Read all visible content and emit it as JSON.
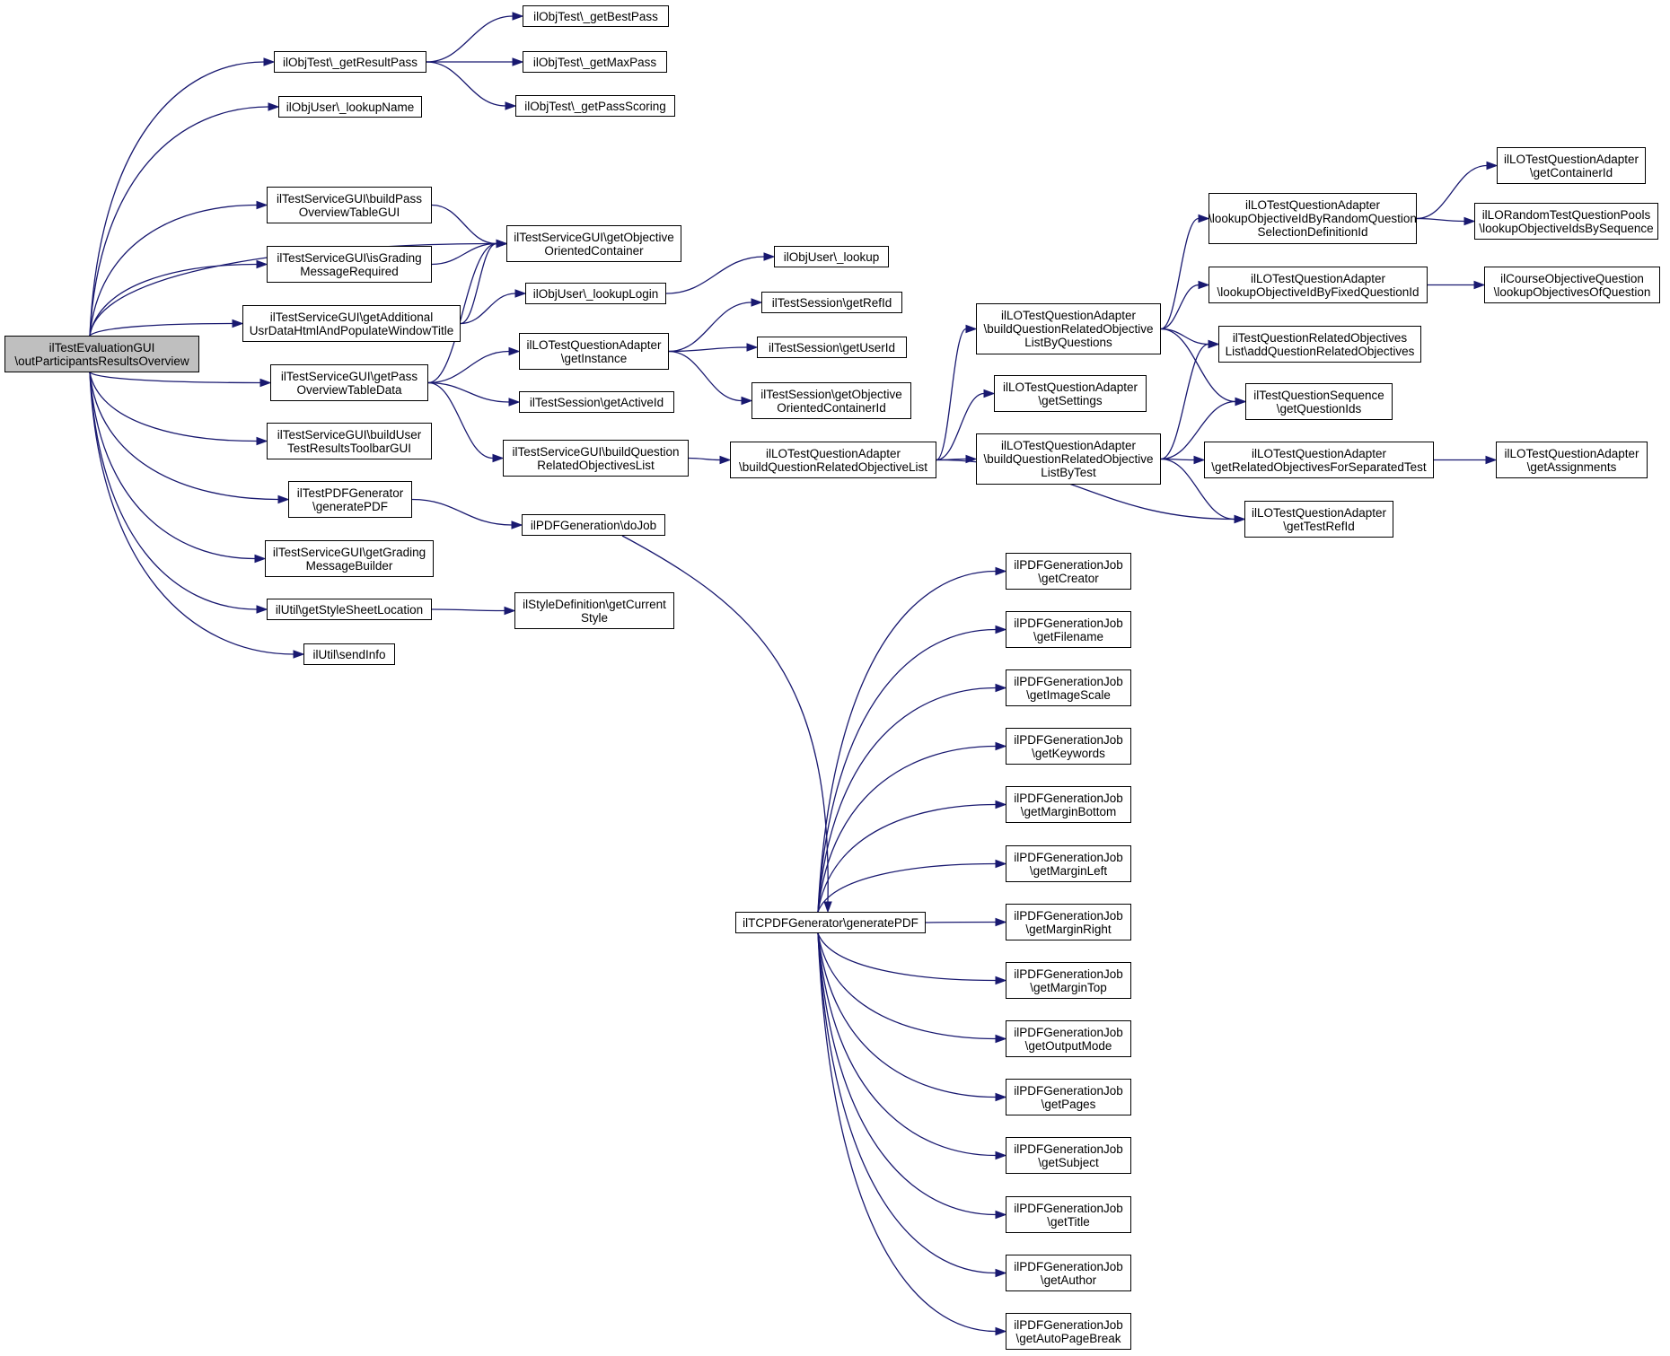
{
  "graph": {
    "nodes": [
      {
        "id": "root",
        "lines": [
          "ilTestEvaluationGUI",
          "\\outParticipantsResultsOverview"
        ],
        "root": true
      },
      {
        "id": "getResultPass",
        "lines": [
          "ilObjTest\\_getResultPass"
        ]
      },
      {
        "id": "getBestPass",
        "lines": [
          "ilObjTest\\_getBestPass"
        ]
      },
      {
        "id": "getMaxPass",
        "lines": [
          "ilObjTest\\_getMaxPass"
        ]
      },
      {
        "id": "getPassScoring",
        "lines": [
          "ilObjTest\\_getPassScoring"
        ]
      },
      {
        "id": "lookupName",
        "lines": [
          "ilObjUser\\_lookupName"
        ]
      },
      {
        "id": "buildPassOverviewTableGUI",
        "lines": [
          "ilTestServiceGUI\\buildPass",
          "OverviewTableGUI"
        ]
      },
      {
        "id": "getObjectiveOrientedContainer",
        "lines": [
          "ilTestServiceGUI\\getObjective",
          "OrientedContainer"
        ]
      },
      {
        "id": "isGradingMessageRequired",
        "lines": [
          "ilTestServiceGUI\\isGrading",
          "MessageRequired"
        ]
      },
      {
        "id": "getAdditionalUsrData",
        "lines": [
          "ilTestServiceGUI\\getAdditional",
          "UsrDataHtmlAndPopulateWindowTitle"
        ]
      },
      {
        "id": "lookupLogin",
        "lines": [
          "ilObjUser\\_lookupLogin"
        ]
      },
      {
        "id": "lookup",
        "lines": [
          "ilObjUser\\_lookup"
        ]
      },
      {
        "id": "getPassOverviewTableData",
        "lines": [
          "ilTestServiceGUI\\getPass",
          "OverviewTableData"
        ]
      },
      {
        "id": "getInstance",
        "lines": [
          "ilLOTestQuestionAdapter",
          "\\getInstance"
        ]
      },
      {
        "id": "getRefId",
        "lines": [
          "ilTestSession\\getRefId"
        ]
      },
      {
        "id": "getUserId",
        "lines": [
          "ilTestSession\\getUserId"
        ]
      },
      {
        "id": "getObjectiveOrientedContainerId",
        "lines": [
          "ilTestSession\\getObjective",
          "OrientedContainerId"
        ]
      },
      {
        "id": "getActiveId",
        "lines": [
          "ilTestSession\\getActiveId"
        ]
      },
      {
        "id": "buildUserTestResultsToolbarGUI",
        "lines": [
          "ilTestServiceGUI\\buildUser",
          "TestResultsToolbarGUI"
        ]
      },
      {
        "id": "buildQuestionRelatedObjectivesList",
        "lines": [
          "ilTestServiceGUI\\buildQuestion",
          "RelatedObjectivesList"
        ]
      },
      {
        "id": "buildQuestionRelatedObjectiveList",
        "lines": [
          "ilLOTestQuestionAdapter",
          "\\buildQuestionRelatedObjectiveList"
        ]
      },
      {
        "id": "listByQuestions",
        "lines": [
          "ilLOTestQuestionAdapter",
          "\\buildQuestionRelatedObjective",
          "ListByQuestions"
        ]
      },
      {
        "id": "getSettings",
        "lines": [
          "ilLOTestQuestionAdapter",
          "\\getSettings"
        ]
      },
      {
        "id": "listByTest",
        "lines": [
          "ilLOTestQuestionAdapter",
          "\\buildQuestionRelatedObjective",
          "ListByTest"
        ]
      },
      {
        "id": "lookupByRandom",
        "lines": [
          "ilLOTestQuestionAdapter",
          "\\lookupObjectiveIdByRandomQuestion",
          "SelectionDefinitionId"
        ]
      },
      {
        "id": "getContainerId",
        "lines": [
          "ilLOTestQuestionAdapter",
          "\\getContainerId"
        ]
      },
      {
        "id": "lookupObjectiveIdsBySequence",
        "lines": [
          "ilLORandomTestQuestionPools",
          "\\lookupObjectiveIdsBySequence"
        ]
      },
      {
        "id": "lookupByFixed",
        "lines": [
          "ilLOTestQuestionAdapter",
          "\\lookupObjectiveIdByFixedQuestionId"
        ]
      },
      {
        "id": "lookupObjectivesOfQuestion",
        "lines": [
          "ilCourseObjectiveQuestion",
          "\\lookupObjectivesOfQuestion"
        ]
      },
      {
        "id": "addQuestionRelatedObjectives",
        "lines": [
          "ilTestQuestionRelatedObjectives",
          "List\\addQuestionRelatedObjectives"
        ]
      },
      {
        "id": "getQuestionIds",
        "lines": [
          "ilTestQuestionSequence",
          "\\getQuestionIds"
        ]
      },
      {
        "id": "getRelatedObjectivesForSeparatedTest",
        "lines": [
          "ilLOTestQuestionAdapter",
          "\\getRelatedObjectivesForSeparatedTest"
        ]
      },
      {
        "id": "getAssignments",
        "lines": [
          "ilLOTestQuestionAdapter",
          "\\getAssignments"
        ]
      },
      {
        "id": "getTestRefId",
        "lines": [
          "ilLOTestQuestionAdapter",
          "\\getTestRefId"
        ]
      },
      {
        "id": "testPdfGenerate",
        "lines": [
          "ilTestPDFGenerator",
          "\\generatePDF"
        ]
      },
      {
        "id": "doJob",
        "lines": [
          "ilPDFGeneration\\doJob"
        ]
      },
      {
        "id": "getGradingMessageBuilder",
        "lines": [
          "ilTestServiceGUI\\getGrading",
          "MessageBuilder"
        ]
      },
      {
        "id": "getStyleSheetLocation",
        "lines": [
          "ilUtil\\getStyleSheetLocation"
        ]
      },
      {
        "id": "getCurrentStyle",
        "lines": [
          "ilStyleDefinition\\getCurrent",
          "Style"
        ]
      },
      {
        "id": "sendInfo",
        "lines": [
          "ilUtil\\sendInfo"
        ]
      },
      {
        "id": "tcpdfGenerate",
        "lines": [
          "ilTCPDFGenerator\\generatePDF"
        ]
      },
      {
        "id": "getCreator",
        "lines": [
          "ilPDFGenerationJob",
          "\\getCreator"
        ]
      },
      {
        "id": "getFilename",
        "lines": [
          "ilPDFGenerationJob",
          "\\getFilename"
        ]
      },
      {
        "id": "getImageScale",
        "lines": [
          "ilPDFGenerationJob",
          "\\getImageScale"
        ]
      },
      {
        "id": "getKeywords",
        "lines": [
          "ilPDFGenerationJob",
          "\\getKeywords"
        ]
      },
      {
        "id": "getMarginBottom",
        "lines": [
          "ilPDFGenerationJob",
          "\\getMarginBottom"
        ]
      },
      {
        "id": "getMarginLeft",
        "lines": [
          "ilPDFGenerationJob",
          "\\getMarginLeft"
        ]
      },
      {
        "id": "getMarginRight",
        "lines": [
          "ilPDFGenerationJob",
          "\\getMarginRight"
        ]
      },
      {
        "id": "getMarginTop",
        "lines": [
          "ilPDFGenerationJob",
          "\\getMarginTop"
        ]
      },
      {
        "id": "getOutputMode",
        "lines": [
          "ilPDFGenerationJob",
          "\\getOutputMode"
        ]
      },
      {
        "id": "getPages",
        "lines": [
          "ilPDFGenerationJob",
          "\\getPages"
        ]
      },
      {
        "id": "getSubject",
        "lines": [
          "ilPDFGenerationJob",
          "\\getSubject"
        ]
      },
      {
        "id": "getTitle",
        "lines": [
          "ilPDFGenerationJob",
          "\\getTitle"
        ]
      },
      {
        "id": "getAuthor",
        "lines": [
          "ilPDFGenerationJob",
          "\\getAuthor"
        ]
      },
      {
        "id": "getAutoPageBreak",
        "lines": [
          "ilPDFGenerationJob",
          "\\getAutoPageBreak"
        ]
      }
    ],
    "edges": [
      [
        "root",
        "getResultPass"
      ],
      [
        "root",
        "lookupName"
      ],
      [
        "root",
        "getObjectiveOrientedContainer"
      ],
      [
        "root",
        "buildPassOverviewTableGUI"
      ],
      [
        "root",
        "isGradingMessageRequired"
      ],
      [
        "root",
        "getAdditionalUsrData"
      ],
      [
        "root",
        "getPassOverviewTableData"
      ],
      [
        "root",
        "buildUserTestResultsToolbarGUI"
      ],
      [
        "root",
        "testPdfGenerate"
      ],
      [
        "root",
        "getGradingMessageBuilder"
      ],
      [
        "root",
        "getStyleSheetLocation"
      ],
      [
        "root",
        "sendInfo"
      ],
      [
        "getResultPass",
        "getBestPass"
      ],
      [
        "getResultPass",
        "getMaxPass"
      ],
      [
        "getResultPass",
        "getPassScoring"
      ],
      [
        "buildPassOverviewTableGUI",
        "getObjectiveOrientedContainer"
      ],
      [
        "isGradingMessageRequired",
        "getObjectiveOrientedContainer"
      ],
      [
        "getAdditionalUsrData",
        "getObjectiveOrientedContainer"
      ],
      [
        "getAdditionalUsrData",
        "lookupLogin"
      ],
      [
        "lookupLogin",
        "lookup"
      ],
      [
        "getPassOverviewTableData",
        "getObjectiveOrientedContainer"
      ],
      [
        "getPassOverviewTableData",
        "getInstance"
      ],
      [
        "getPassOverviewTableData",
        "getActiveId"
      ],
      [
        "getPassOverviewTableData",
        "buildQuestionRelatedObjectivesList"
      ],
      [
        "getInstance",
        "getRefId"
      ],
      [
        "getInstance",
        "getUserId"
      ],
      [
        "getInstance",
        "getObjectiveOrientedContainerId"
      ],
      [
        "buildQuestionRelatedObjectivesList",
        "buildQuestionRelatedObjectiveList"
      ],
      [
        "buildQuestionRelatedObjectiveList",
        "listByQuestions"
      ],
      [
        "buildQuestionRelatedObjectiveList",
        "getSettings"
      ],
      [
        "buildQuestionRelatedObjectiveList",
        "listByTest"
      ],
      [
        "buildQuestionRelatedObjectiveList",
        "getTestRefId"
      ],
      [
        "listByQuestions",
        "lookupByRandom"
      ],
      [
        "listByQuestions",
        "lookupByFixed"
      ],
      [
        "listByQuestions",
        "addQuestionRelatedObjectives"
      ],
      [
        "listByQuestions",
        "getQuestionIds"
      ],
      [
        "listByTest",
        "addQuestionRelatedObjectives"
      ],
      [
        "listByTest",
        "getQuestionIds"
      ],
      [
        "listByTest",
        "getRelatedObjectivesForSeparatedTest"
      ],
      [
        "listByTest",
        "getTestRefId"
      ],
      [
        "lookupByRandom",
        "getContainerId"
      ],
      [
        "lookupByRandom",
        "lookupObjectiveIdsBySequence"
      ],
      [
        "lookupByFixed",
        "lookupObjectivesOfQuestion"
      ],
      [
        "getRelatedObjectivesForSeparatedTest",
        "getAssignments"
      ],
      [
        "testPdfGenerate",
        "doJob"
      ],
      [
        "getStyleSheetLocation",
        "getCurrentStyle"
      ],
      [
        "doJob",
        "tcpdfGenerate"
      ],
      [
        "tcpdfGenerate",
        "getCreator"
      ],
      [
        "tcpdfGenerate",
        "getFilename"
      ],
      [
        "tcpdfGenerate",
        "getImageScale"
      ],
      [
        "tcpdfGenerate",
        "getKeywords"
      ],
      [
        "tcpdfGenerate",
        "getMarginBottom"
      ],
      [
        "tcpdfGenerate",
        "getMarginLeft"
      ],
      [
        "tcpdfGenerate",
        "getMarginRight"
      ],
      [
        "tcpdfGenerate",
        "getMarginTop"
      ],
      [
        "tcpdfGenerate",
        "getOutputMode"
      ],
      [
        "tcpdfGenerate",
        "getPages"
      ],
      [
        "tcpdfGenerate",
        "getSubject"
      ],
      [
        "tcpdfGenerate",
        "getTitle"
      ],
      [
        "tcpdfGenerate",
        "getAuthor"
      ],
      [
        "tcpdfGenerate",
        "getAutoPageBreak"
      ]
    ]
  }
}
